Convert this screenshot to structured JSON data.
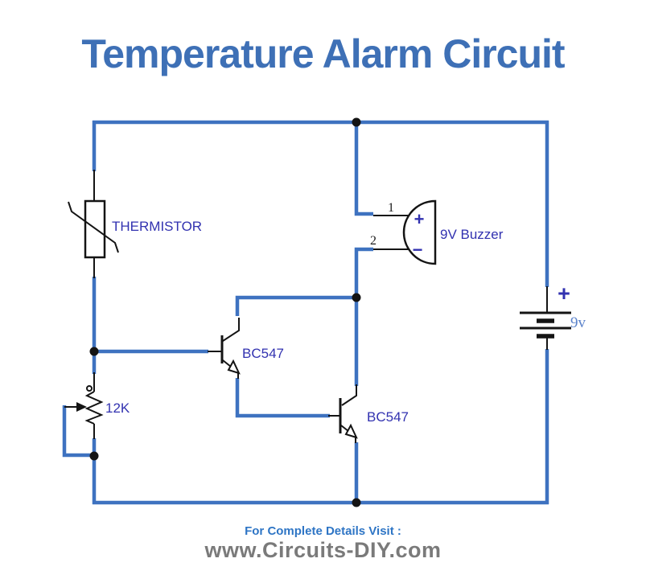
{
  "title": "Temperature Alarm Circuit",
  "colors": {
    "wire": "#3e72c0",
    "ink": "#141414",
    "label": "#3232b0",
    "title": "#3e70b6",
    "footer_link": "#2e75c5",
    "footer_site": "#7a7a7a",
    "voltage": "#5b83cb"
  },
  "components": {
    "thermistor": {
      "label": "THERMISTOR"
    },
    "potentiometer": {
      "label": "12K"
    },
    "transistor_q1": {
      "label": "BC547"
    },
    "transistor_q2": {
      "label": "BC547"
    },
    "buzzer": {
      "label": "9V Buzzer",
      "pin1": "1",
      "pin2": "2",
      "plus": "+",
      "minus": "−"
    },
    "battery": {
      "plus": "+",
      "voltage": "9v"
    }
  },
  "footer": {
    "line1": "For Complete Details Visit :",
    "line2": "www.Circuits-DIY.com"
  }
}
